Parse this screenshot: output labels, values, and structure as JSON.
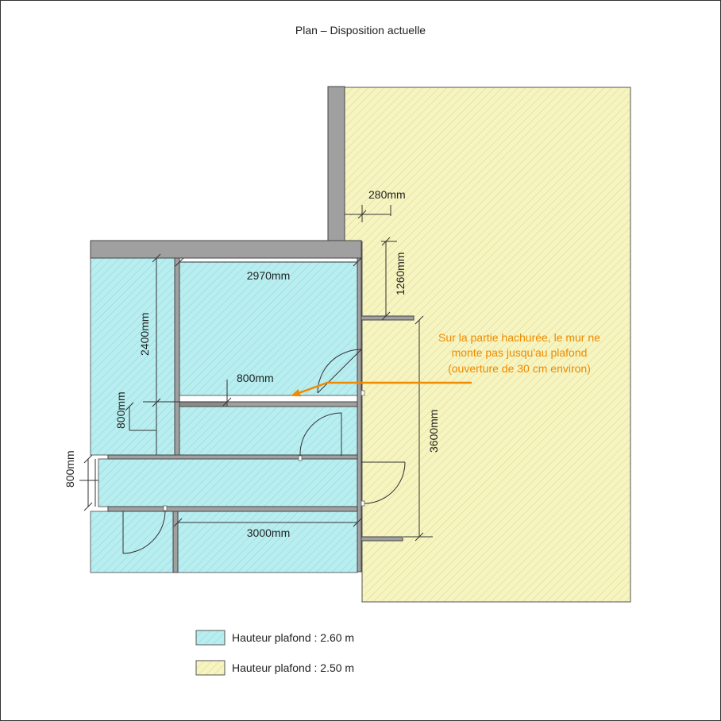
{
  "title": "Plan – Disposition actuelle",
  "dimensions": {
    "d280": "280mm",
    "d1260": "1260mm",
    "d2970": "2970mm",
    "d2400": "2400mm",
    "d800_horizontal": "800mm",
    "d800_left_vertical": "800mm",
    "d800_outer": "800mm",
    "d3000": "3000mm",
    "d3600": "3600mm"
  },
  "annotation": {
    "line1": "Sur la partie hachurée, le mur ne",
    "line2": "monte pas jusqu'au plafond",
    "line3": "(ouverture de 30 cm environ)"
  },
  "legend": [
    {
      "label": "Hauteur plafond : 2.60 m",
      "color": "#b8eef0"
    },
    {
      "label": "Hauteur plafond : 2.50 m",
      "color": "#f6f4c0"
    }
  ],
  "colors": {
    "blue_fill": "#b8eef0",
    "yellow_fill": "#f6f4c0",
    "wall": "#a0a0a0",
    "annotation": "#f08a00"
  }
}
